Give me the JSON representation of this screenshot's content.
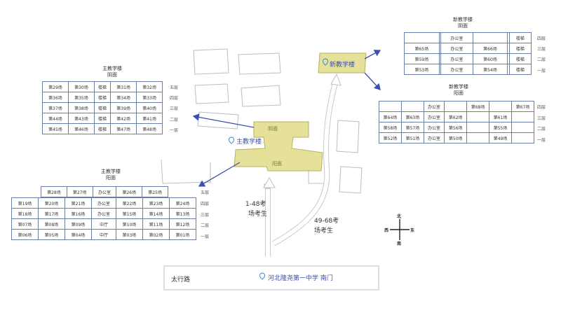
{
  "map": {
    "street": "太行路",
    "school_gate": "河北隆尧第一中学 南门",
    "main_building": "主教学楼",
    "new_building": "新教学楼",
    "main_building_labels": {
      "north": "阴面",
      "south": "阳面"
    },
    "route_1_48": [
      "1-48考",
      "场考生"
    ],
    "route_49_68": [
      "49-68考",
      "场考生"
    ],
    "compass": {
      "north": "北",
      "south": "南",
      "west": "西",
      "east": "东"
    },
    "colors": {
      "building_fill": "#e6e19a",
      "building_stroke": "#b8b15a",
      "arrow_blue": "#3a4fb0",
      "grid_border": "#6a7fa6"
    }
  },
  "tables": {
    "main_north": {
      "title": [
        "主教学楼",
        "阴面"
      ],
      "floors": [
        "五层",
        "四层",
        "三层",
        "二层",
        "一层"
      ],
      "rows": [
        [
          "第29场",
          "第30场",
          "楼梯",
          "第31场",
          "第32场"
        ],
        [
          "第36场",
          "第35场",
          "楼梯",
          "第34场",
          "第33场"
        ],
        [
          "第37场",
          "第38场",
          "楼梯",
          "第39场",
          "第40场"
        ],
        [
          "第44场",
          "第43场",
          "楼梯",
          "第42场",
          "第41场"
        ],
        [
          "第45场",
          "第46场",
          "楼梯",
          "第47场",
          "第48场"
        ]
      ]
    },
    "main_south": {
      "title": [
        "主教学楼",
        "阳面"
      ],
      "top_floor": "五层",
      "top_row": [
        "第28场",
        "第27场",
        "办公室",
        "第26场",
        "第25场"
      ],
      "floors": [
        "四层",
        "三层",
        "二层",
        "一层"
      ],
      "rows": [
        [
          "第19场",
          "第20场",
          "第21场",
          "办公室",
          "第22场",
          "第23场",
          "第24场"
        ],
        [
          "第18场",
          "第17场",
          "第16场",
          "办公室",
          "第15场",
          "第14场",
          "第13场"
        ],
        [
          "第07场",
          "第08场",
          "第09场",
          "中厅",
          "第10场",
          "第11场",
          "第12场"
        ],
        [
          "第06场",
          "第05场",
          "第04场",
          "中厅",
          "第03场",
          "第02场",
          "第01场"
        ]
      ]
    },
    "new_north": {
      "title": [
        "新教学楼",
        "阴面"
      ],
      "floors": [
        "四层",
        "三层",
        "二层",
        "一层"
      ],
      "rows": [
        [
          "",
          "",
          "办公室",
          "",
          "",
          "楼梯"
        ],
        [
          "第65场",
          "",
          "办公室",
          "第66场",
          "",
          "楼梯"
        ],
        [
          "第59场",
          "",
          "办公室",
          "第60场",
          "",
          "楼梯"
        ],
        [
          "第53场",
          "",
          "办公室",
          "第54场",
          "",
          "楼梯"
        ]
      ]
    },
    "new_south": {
      "title": [
        "新教学楼",
        "阳面"
      ],
      "floors": [
        "四层",
        "三层",
        "二层",
        "一层"
      ],
      "rows": [
        [
          "",
          "",
          "办公室",
          "",
          "第68场",
          "",
          "第67场"
        ],
        [
          "第64场",
          "第63场",
          "办公室",
          "第62场",
          "",
          "第61场",
          ""
        ],
        [
          "第58场",
          "第57场",
          "办公室",
          "第56场",
          "",
          "第55场",
          ""
        ],
        [
          "第52场",
          "第51场",
          "办公室",
          "第50场",
          "",
          "第49场",
          ""
        ]
      ]
    }
  }
}
